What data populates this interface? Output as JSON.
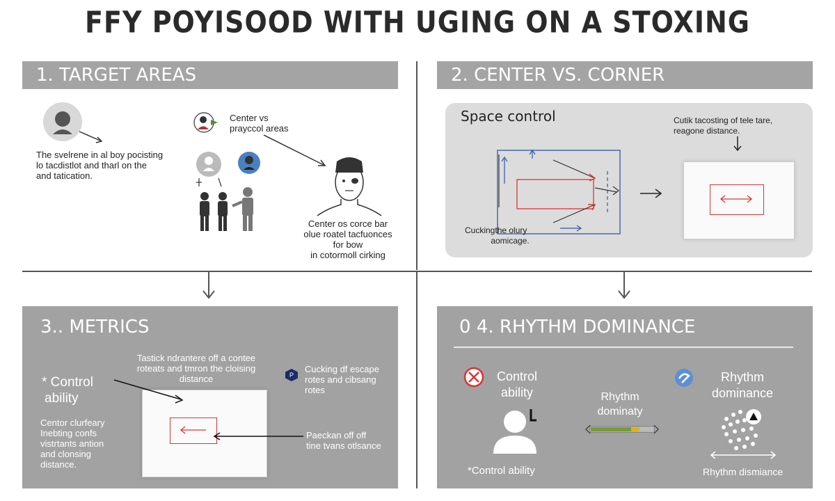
{
  "title": "FFY POYISOOD WITH UGING ON A STOXING",
  "panels": {
    "p1": {
      "header": "1. TARGET AREAS",
      "desc": [
        "The svelrene in al boy pocisting",
        "lo tacdistlot and tharl on the",
        "and tatication."
      ],
      "center_label": [
        "Center vs",
        "prayccol areas"
      ],
      "bottom_label": [
        "Center os corce bar",
        "olue roatel tacfuonces",
        "for bow",
        "in cotormoll cirking"
      ]
    },
    "p2": {
      "header": "2. CENTER VS. CORNER",
      "card_title": "Space control",
      "top_note": [
        "Cutik tacosting of tele tare,",
        "reagone distance."
      ],
      "bottom_note": [
        "Cuckingthe olury",
        "aomicage."
      ]
    },
    "p3": {
      "header": "3.. METRICS",
      "control": [
        "* Control",
        "ability"
      ],
      "top_note": [
        "Tastick ndrantere off a contee",
        "roteats and tmron the cloising",
        "distance"
      ],
      "right_note": [
        "Cucking df escape",
        "rotes and cibsang",
        "rotes"
      ],
      "left_note": [
        "Centor clurfeary",
        "Inebting confs",
        "vistrtants antion",
        "and clonsing",
        "distance."
      ],
      "bottom_right": [
        "Paeckan off off",
        "tine tvans otlsance"
      ],
      "badge": "P"
    },
    "p4": {
      "header": "0 4. RHYTHM DOMINANCE",
      "col1": [
        "Control",
        "ability"
      ],
      "col2": [
        "Rhythm",
        "dominaty"
      ],
      "col3": [
        "Rhythm",
        "dominance"
      ],
      "foot1": "*Control ability",
      "foot3": "Rhythm dismiance"
    }
  },
  "colors": {
    "header_gray": "#a4a4a4",
    "arrow_red": "#d33333",
    "arrow_blue": "#3355aa",
    "bar_green": "#7a9a3a",
    "bar_yellow": "#e0b020"
  }
}
